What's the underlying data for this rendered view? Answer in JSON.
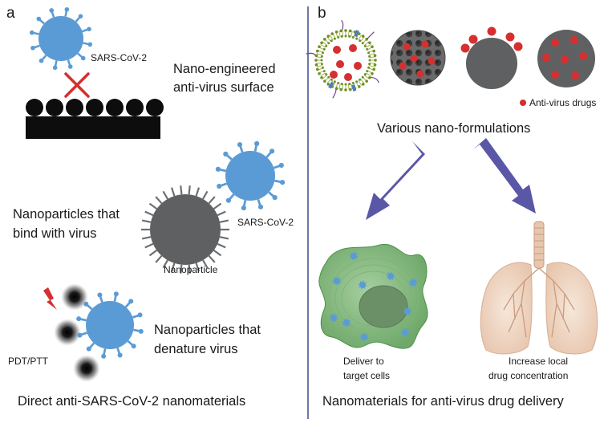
{
  "panel_a": {
    "label": "a",
    "sars1": "SARS-CoV-2",
    "surface_line1": "Nano-engineered",
    "surface_line2": "anti-virus surface",
    "bind_line1": "Nanoparticles that",
    "bind_line2": "bind with virus",
    "sars2": "SARS-CoV-2",
    "nanoparticle": "Nanoparticle",
    "denature_line1": "Nanoparticles that",
    "denature_line2": "denature virus",
    "pdt": "PDT/PTT",
    "caption": "Direct anti-SARS-CoV-2 nanomaterials"
  },
  "panel_b": {
    "label": "b",
    "legend": "Anti-virus drugs",
    "formulations": "Various nano-formulations",
    "deliver_line1": "Deliver to",
    "deliver_line2": "target cells",
    "increase_line1": "Increase local",
    "increase_line2": "drug concentration",
    "caption": "Nanomaterials for anti-virus drug delivery"
  },
  "colors": {
    "virus": "#5b9bd5",
    "nanoparticle": "#5f6062",
    "drug": "#d62f2f",
    "arrow": "#5a57a6",
    "divider": "#3e4a8c",
    "cell": "#8fc18a",
    "lung": "#f1dccb"
  }
}
